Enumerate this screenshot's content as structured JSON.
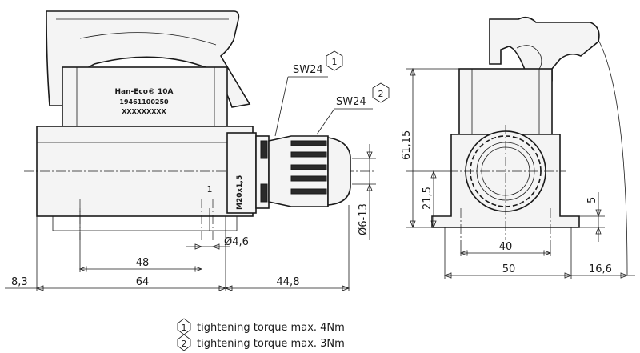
{
  "nameplate": {
    "product": "Han-Eco® 10A",
    "part_number": "19461100250",
    "serial": "XXXXXXXXX"
  },
  "thread_label": "M20x1,5",
  "pin_mark": "1",
  "callouts": [
    {
      "number": "1",
      "label": "SW24"
    },
    {
      "number": "2",
      "label": "SW24"
    }
  ],
  "dimensions": {
    "d_8_3": "8,3",
    "d_64": "64",
    "d_48": "48",
    "d_44_8": "44,8",
    "d_hole": "Ø4,6",
    "d_cable": "Ø6-13",
    "d_61_15": "61,15",
    "d_21_5": "21,5",
    "d_5": "5",
    "d_40": "40",
    "d_50": "50",
    "d_16_6": "16,6"
  },
  "notes": [
    {
      "number": "1",
      "text": "tightening torque max. 4Nm"
    },
    {
      "number": "2",
      "text": "tightening torque max. 3Nm"
    }
  ]
}
